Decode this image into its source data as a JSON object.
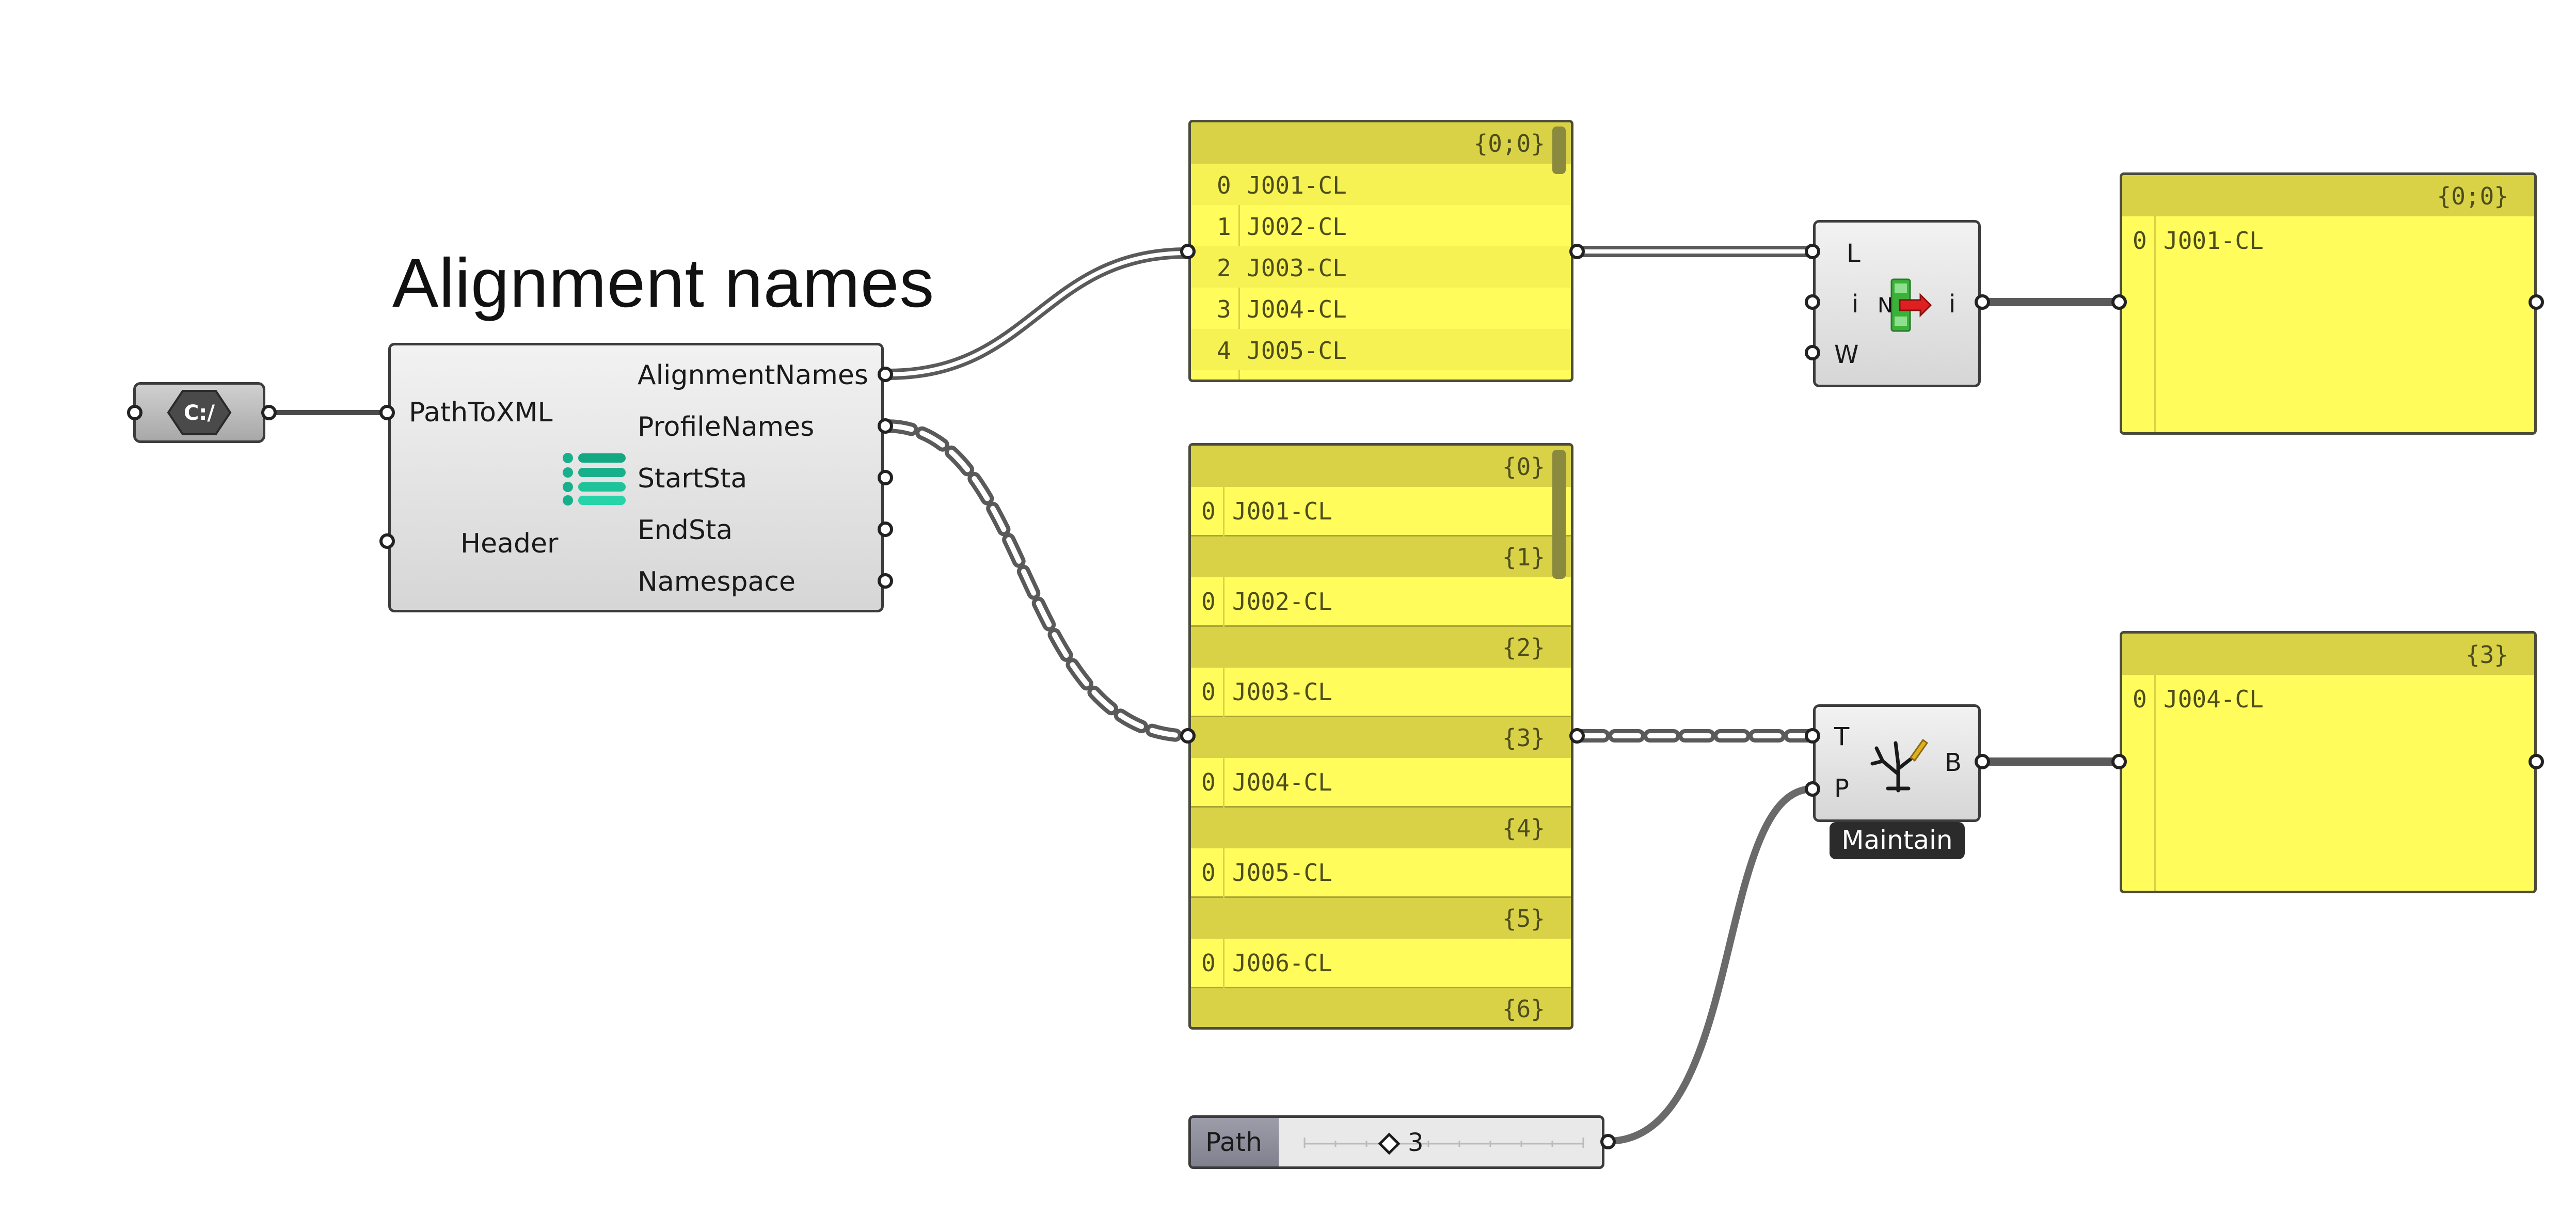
{
  "canvas": {
    "title": "Alignment names"
  },
  "file_path_param": {
    "icon": "folder-path-icon",
    "icon_text": "C:/"
  },
  "main_component": {
    "icon": "list-data-icon",
    "inputs": [
      "PathToXML",
      "Header"
    ],
    "outputs": [
      "AlignmentNames",
      "ProfileNames",
      "StartSta",
      "EndSta",
      "Namespace"
    ]
  },
  "panel_alignment_names": {
    "path": "{0;0}",
    "rows": [
      {
        "index": "0",
        "value": "J001-CL"
      },
      {
        "index": "1",
        "value": "J002-CL"
      },
      {
        "index": "2",
        "value": "J003-CL"
      },
      {
        "index": "3",
        "value": "J004-CL"
      },
      {
        "index": "4",
        "value": "J005-CL"
      }
    ]
  },
  "panel_profile_names": {
    "branches": [
      {
        "path": "{0}",
        "index": "0",
        "value": "J001-CL"
      },
      {
        "path": "{1}",
        "index": "0",
        "value": "J002-CL"
      },
      {
        "path": "{2}",
        "index": "0",
        "value": "J003-CL"
      },
      {
        "path": "{3}",
        "index": "0",
        "value": "J004-CL"
      },
      {
        "path": "{4}",
        "index": "0",
        "value": "J005-CL"
      },
      {
        "path": "{5}",
        "index": "0",
        "value": "J006-CL"
      },
      {
        "path": "{6}",
        "index": "",
        "value": ""
      }
    ]
  },
  "list_item_component": {
    "icon": "list-item-icon",
    "inputs": [
      "L",
      "i",
      "W"
    ],
    "output": "i",
    "icon_letter": "N"
  },
  "branch_component": {
    "icon": "tree-branch-icon",
    "inputs": [
      "T",
      "P"
    ],
    "output": "B",
    "caption": "Maintain"
  },
  "panel_list_item_result": {
    "path": "{0;0}",
    "index": "0",
    "value": "J001-CL"
  },
  "panel_branch_result": {
    "path": "{3}",
    "index": "0",
    "value": "J004-CL"
  },
  "path_slider": {
    "label": "Path",
    "value": "3"
  },
  "colors": {
    "panel_fill": "#fffc5c",
    "panel_header": "#d9d247",
    "wire": "#5a5a5a",
    "caption_bg": "#2b2b2b"
  }
}
